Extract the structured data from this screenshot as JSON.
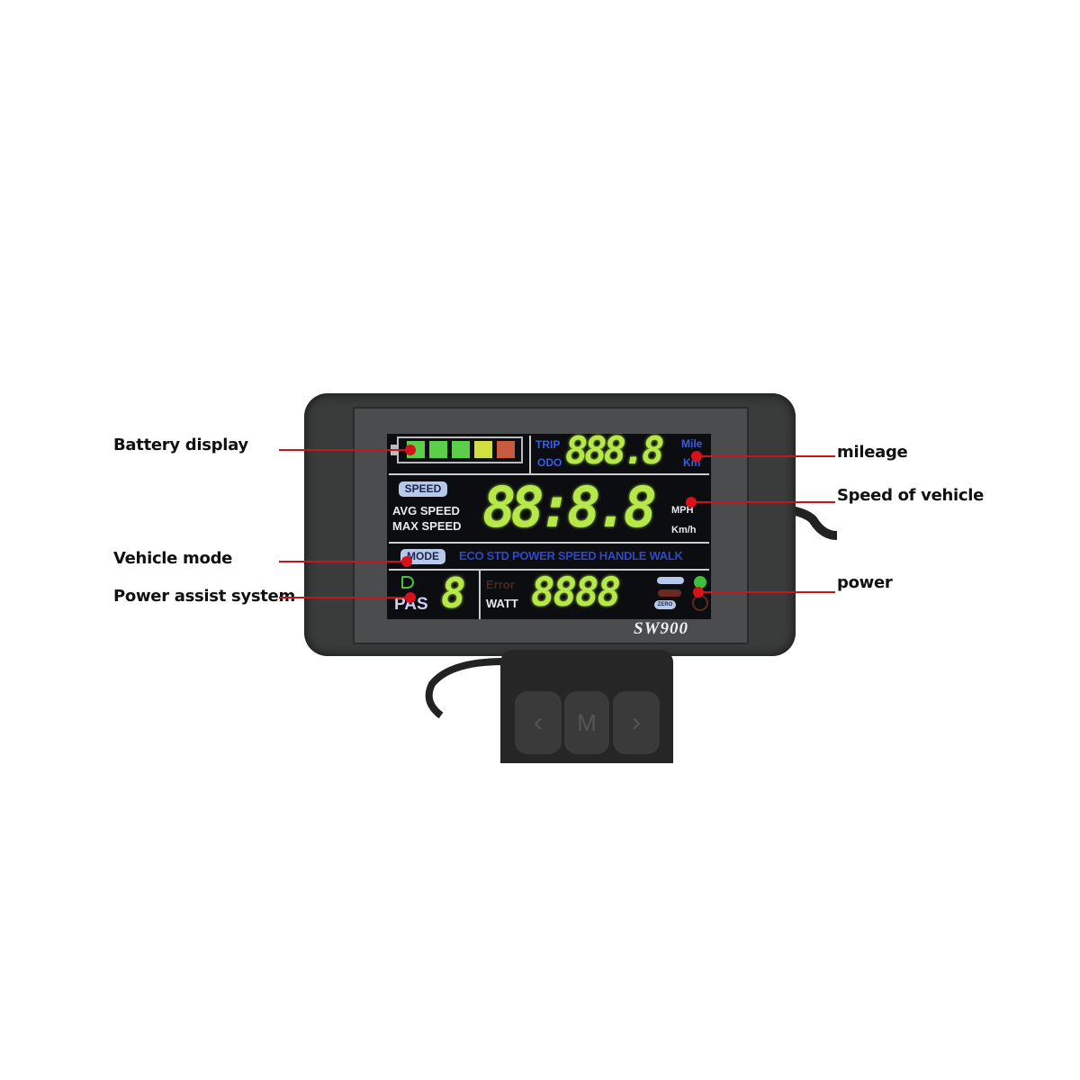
{
  "annotations": {
    "battery": "Battery display",
    "mode": "Vehicle mode",
    "pas": "Power assist system",
    "mileage": "mileage",
    "speed": "Speed of vehicle",
    "power": "power"
  },
  "display": {
    "model": "SW900",
    "trip": "TRIP",
    "odo": "ODO",
    "mile": "Mile",
    "km": "Km",
    "mileage_digits": "888.8",
    "speed_badge": "SPEED",
    "avg_speed": "AVG SPEED",
    "max_speed": "MAX SPEED",
    "speed_digits": "88:8.8",
    "mph": "MPH",
    "kmh": "Km/h",
    "mode_badge": "MODE",
    "modes": "ECO STD POWER SPEED HANDLE WALK",
    "pas": "PAS",
    "pas_digit": "8",
    "error": "Error",
    "watt": "WATT",
    "watt_digits": "8888",
    "zero": "ZERO",
    "battery_colors": [
      "#5ccf4a",
      "#5ccf4a",
      "#5ccf4a",
      "#cfe040",
      "#c85a40"
    ]
  }
}
